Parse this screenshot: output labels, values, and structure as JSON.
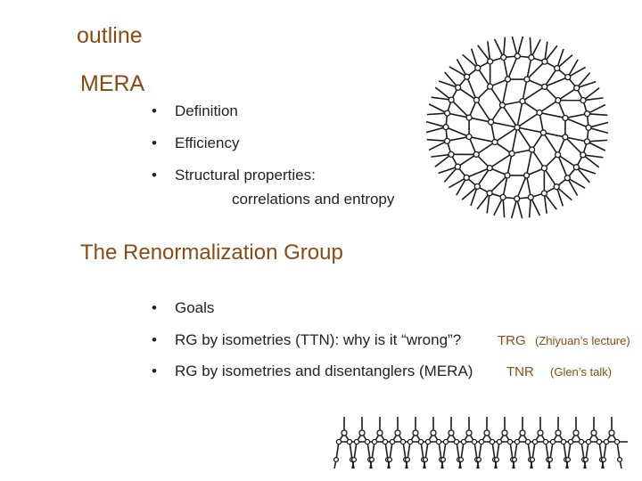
{
  "title": "outline",
  "mera": {
    "heading": "MERA",
    "bullets": [
      "Definition",
      "Efficiency",
      "Structural properties:"
    ],
    "sub_line": "correlations and entropy"
  },
  "rg": {
    "heading": "The Renormalization Group",
    "bullets": [
      "Goals",
      "RG by isometries (TTN): why is it “wrong”?",
      "RG by isometries and disentanglers (MERA)"
    ],
    "notes": {
      "trg": "TRG",
      "trg_ref": "(Zhiyuan’s lecture)",
      "tnr": "TNR",
      "tnr_ref": "(Glen’s talk)"
    }
  },
  "bullet_symbol": "•",
  "colors": {
    "heading": "#8a4b12",
    "text": "#222222",
    "network": "#1a1a1a"
  }
}
